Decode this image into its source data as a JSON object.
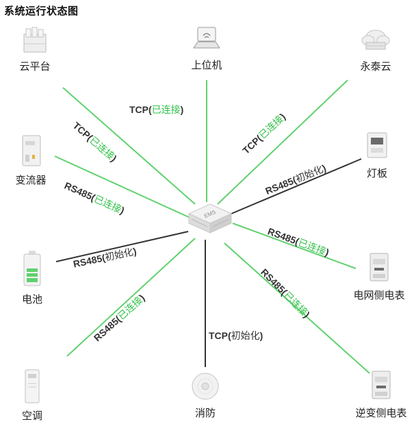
{
  "title": "系统运行状态图",
  "center": {
    "label": "EMS"
  },
  "nodes": {
    "cloud_platform": "云平台",
    "host_computer": "上位机",
    "yongtai_cloud": "永泰云",
    "converter": "变流器",
    "light_panel": "灯板",
    "battery": "电池",
    "grid_meter": "电网侧电表",
    "air_conditioner": "空调",
    "fire_protection": "消防",
    "inverter_meter": "逆变侧电表"
  },
  "connections": {
    "cloud_platform": {
      "protocol": "TCP",
      "status": "已连接",
      "state": "connected"
    },
    "host_computer": {
      "protocol": "TCP",
      "status": "已连接",
      "state": "connected"
    },
    "yongtai_cloud": {
      "protocol": "TCP",
      "status": "已连接",
      "state": "connected"
    },
    "converter": {
      "protocol": "RS485",
      "status": "已连接",
      "state": "connected"
    },
    "light_panel": {
      "protocol": "RS485",
      "status": "初始化",
      "state": "initializing"
    },
    "battery": {
      "protocol": "RS485",
      "status": "初始化",
      "state": "initializing"
    },
    "grid_meter": {
      "protocol": "RS485",
      "status": "已连接",
      "state": "connected"
    },
    "air_conditioner": {
      "protocol": "RS485",
      "status": "已连接",
      "state": "connected"
    },
    "fire_protection": {
      "protocol": "TCP",
      "status": "初始化",
      "state": "initializing"
    },
    "inverter_meter": {
      "protocol": "RS485",
      "status": "已连接",
      "state": "connected"
    }
  },
  "colors": {
    "connected": "#5fd16d",
    "initializing": "#333333",
    "accent_text": "#33c14a"
  }
}
